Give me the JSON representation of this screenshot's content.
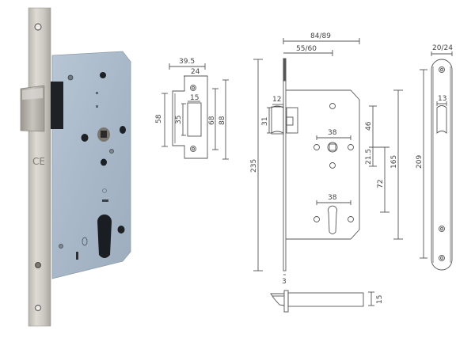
{
  "product": {
    "type": "mortise-lock",
    "photo_marking": "CE"
  },
  "strike_plate": {
    "dimensions": {
      "overall_width": "39.5",
      "plate_width": "24",
      "latch_opening_width": "15",
      "lip_height": "58",
      "latch_opening_height": "35",
      "screw_centers": "68",
      "plate_height": "88"
    }
  },
  "lock_body": {
    "dimensions": {
      "total_depth": "84/89",
      "backset": "55/60",
      "latch_thickness": "12",
      "latch_height": "31",
      "forend_length": "235",
      "follower_hole_spacing": "38",
      "cylinder_hole_spacing": "38",
      "top_to_follower": "46",
      "follower_offset": "21.5",
      "follower_to_cylinder": "72",
      "case_height": "165",
      "forend_thickness": "3",
      "forend_width_side": "15"
    }
  },
  "forend_plate": {
    "dimensions": {
      "width": "20/24",
      "latch_opening_width": "13",
      "screw_centers": "209"
    }
  },
  "colors": {
    "line": "#444444",
    "case_blue": "#a9b8c8",
    "steel": "#c9c6c2"
  }
}
